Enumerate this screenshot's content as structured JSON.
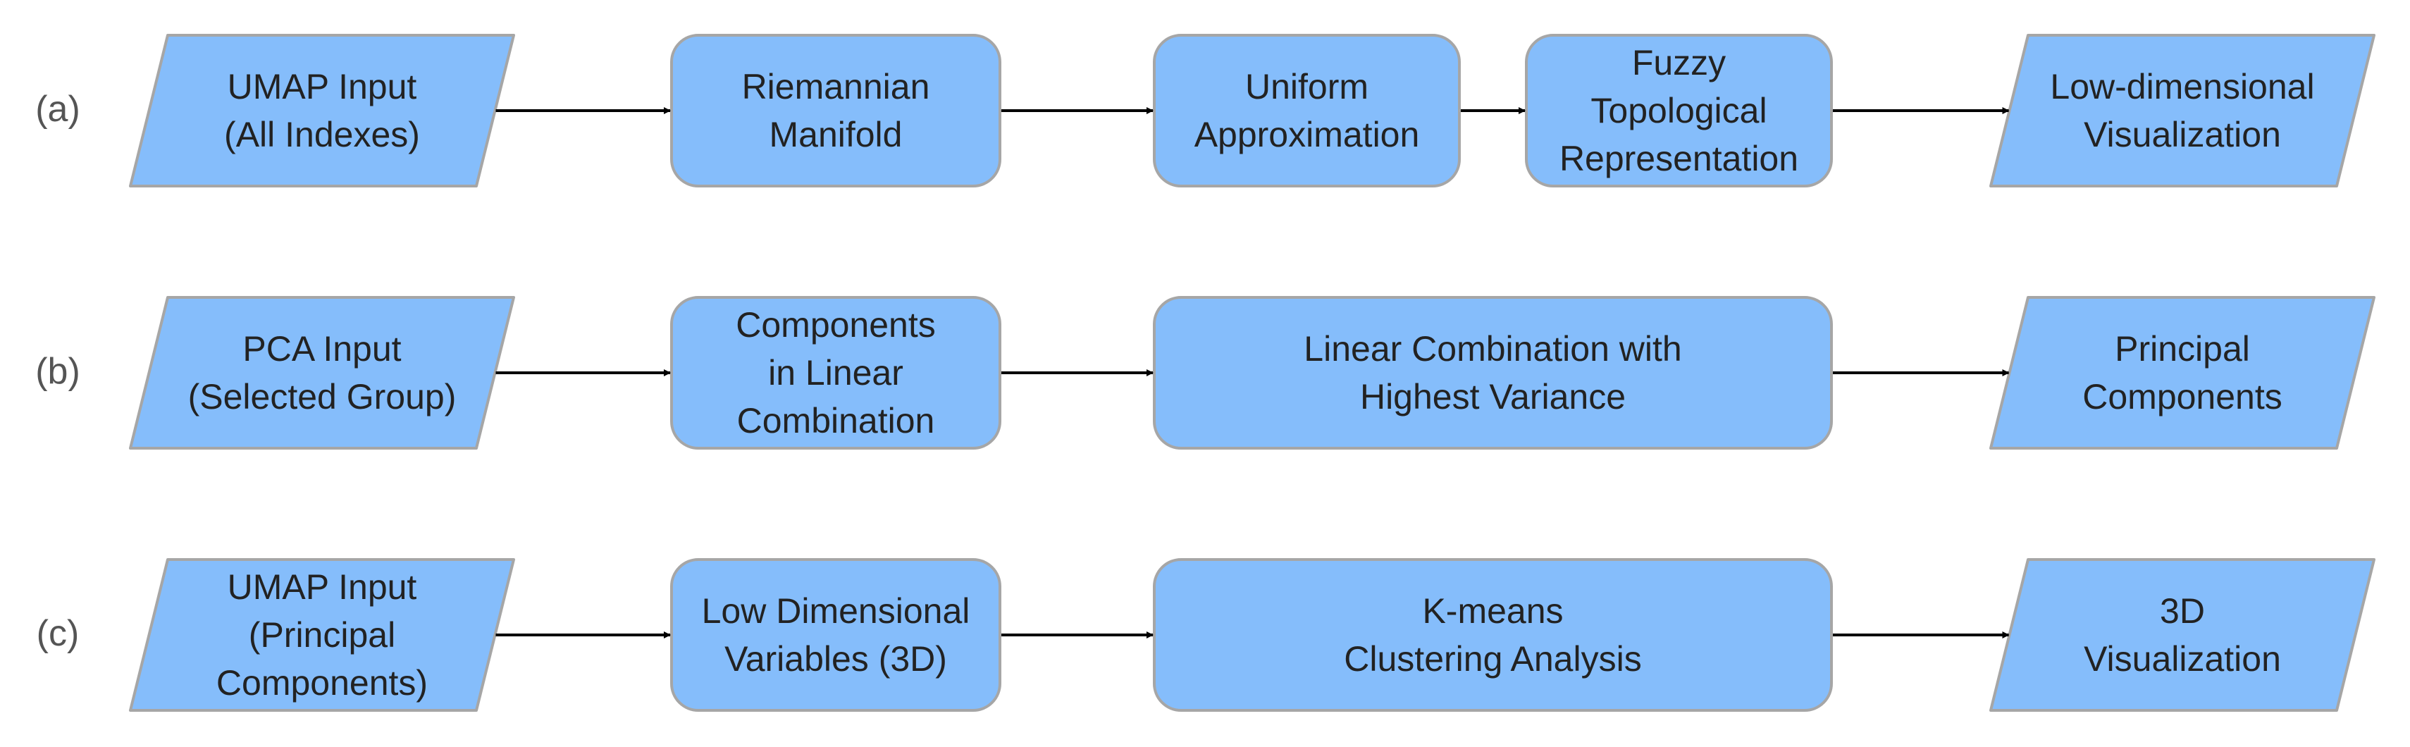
{
  "colors": {
    "node_fill": "#85bdfb",
    "node_stroke": "#a6a6a6",
    "arrow": "#000000",
    "label_text": "#222222"
  },
  "rows": [
    {
      "label": "(a)",
      "nodes": [
        {
          "shape": "parallelogram",
          "text": "UMAP Input\n(All Indexes)"
        },
        {
          "shape": "rounded",
          "text": "Riemannian\nManifold"
        },
        {
          "shape": "rounded",
          "text": "Uniform\nApproximation"
        },
        {
          "shape": "rounded",
          "text": "Fuzzy\nTopological\nRepresentation"
        },
        {
          "shape": "parallelogram",
          "text": "Low-dimensional\nVisualization"
        }
      ]
    },
    {
      "label": "(b)",
      "nodes": [
        {
          "shape": "parallelogram",
          "text": "PCA Input\n(Selected Group)"
        },
        {
          "shape": "rounded",
          "text": "Components\nin Linear\nCombination"
        },
        {
          "shape": "rounded",
          "text": "Linear Combination with\nHighest Variance"
        },
        {
          "shape": "parallelogram",
          "text": "Principal\nComponents"
        }
      ]
    },
    {
      "label": "(c)",
      "nodes": [
        {
          "shape": "parallelogram",
          "text": "UMAP Input\n(Principal\nComponents)"
        },
        {
          "shape": "rounded",
          "text": "Low Dimensional\nVariables (3D)"
        },
        {
          "shape": "rounded",
          "text": "K-means\nClustering Analysis"
        },
        {
          "shape": "parallelogram",
          "text": "3D\nVisualization"
        }
      ]
    }
  ]
}
